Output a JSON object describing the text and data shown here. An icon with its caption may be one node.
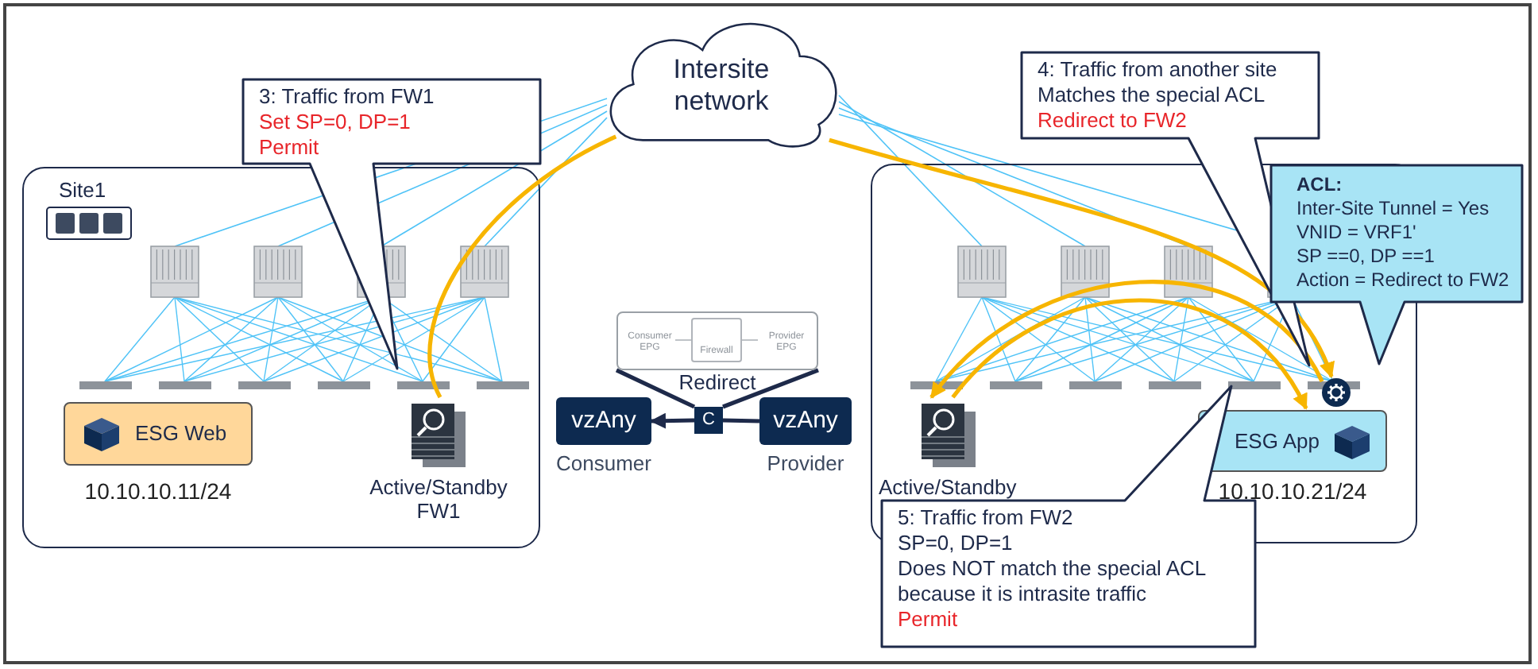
{
  "diagram": {
    "nodes": [
      {
        "text": [
          "Intersite network"
        ]
      },
      {
        "text": [
          "3: Traffic from FW1",
          "Set SP=0, DP=1",
          "Permit"
        ]
      },
      {
        "text": [
          "4: Traffic from another site",
          "Matches the special ACL",
          "Redirect to FW2"
        ]
      },
      {
        "text": [
          "Site1"
        ]
      },
      {
        "text": [
          "ESG Web"
        ],
        "in": 3,
        "beside": [
          "10.10.10.11/24"
        ]
      },
      {
        "text": [
          "Active/Standby FW1"
        ],
        "in": 3
      },
      {
        "text": [
          "Consumer EPG",
          "Firewall",
          "Provider EPG",
          "Redirect"
        ]
      },
      {
        "text": [
          "vzAny"
        ],
        "beside": [
          "Consumer"
        ]
      },
      {
        "text": [
          "C"
        ]
      },
      {
        "text": [
          "vzAny"
        ],
        "beside": [
          "Provider"
        ]
      },
      {
        "text": [],
        "shape": "box"
      },
      {
        "text": [],
        "shape": "circle",
        "in": 10
      },
      {
        "text": [
          "Active/Standby"
        ],
        "in": 10
      },
      {
        "text": [
          "ESG App"
        ],
        "in": 10,
        "beside": [
          "10.10.10.21/24"
        ]
      },
      {
        "text": [
          "ACL:",
          "Inter-Site Tunnel = Yes",
          "VNID = VRF1'",
          "SP ==0, DP ==1",
          "Action = Redirect to FW2"
        ]
      },
      {
        "text": [
          "5: Traffic from FW2",
          "SP=0, DP=1",
          "Does NOT match the special ACL because it is intrasite traffic",
          "Permit"
        ]
      }
    ],
    "edges": [
      {
        "from": 5,
        "to": 0,
        "arrow": "none",
        "color": "#f7b500"
      },
      {
        "from": 0,
        "to": 11,
        "arrow": "to",
        "color": "#f7b500"
      },
      {
        "from": 11,
        "to": 12,
        "arrow": "to",
        "color": "#f7b500"
      },
      {
        "from": 12,
        "to": 13,
        "arrow": "to",
        "color": "#f7b500"
      },
      {
        "from": 9,
        "to": 8,
        "arrow": "none",
        "color": "#1e2a4a"
      },
      {
        "from": 8,
        "to": 7,
        "arrow": "to",
        "color": "#1e2a4a"
      },
      {
        "from": 8,
        "to": 6,
        "arrow": "none",
        "color": "#1e2a4a"
      }
    ]
  }
}
